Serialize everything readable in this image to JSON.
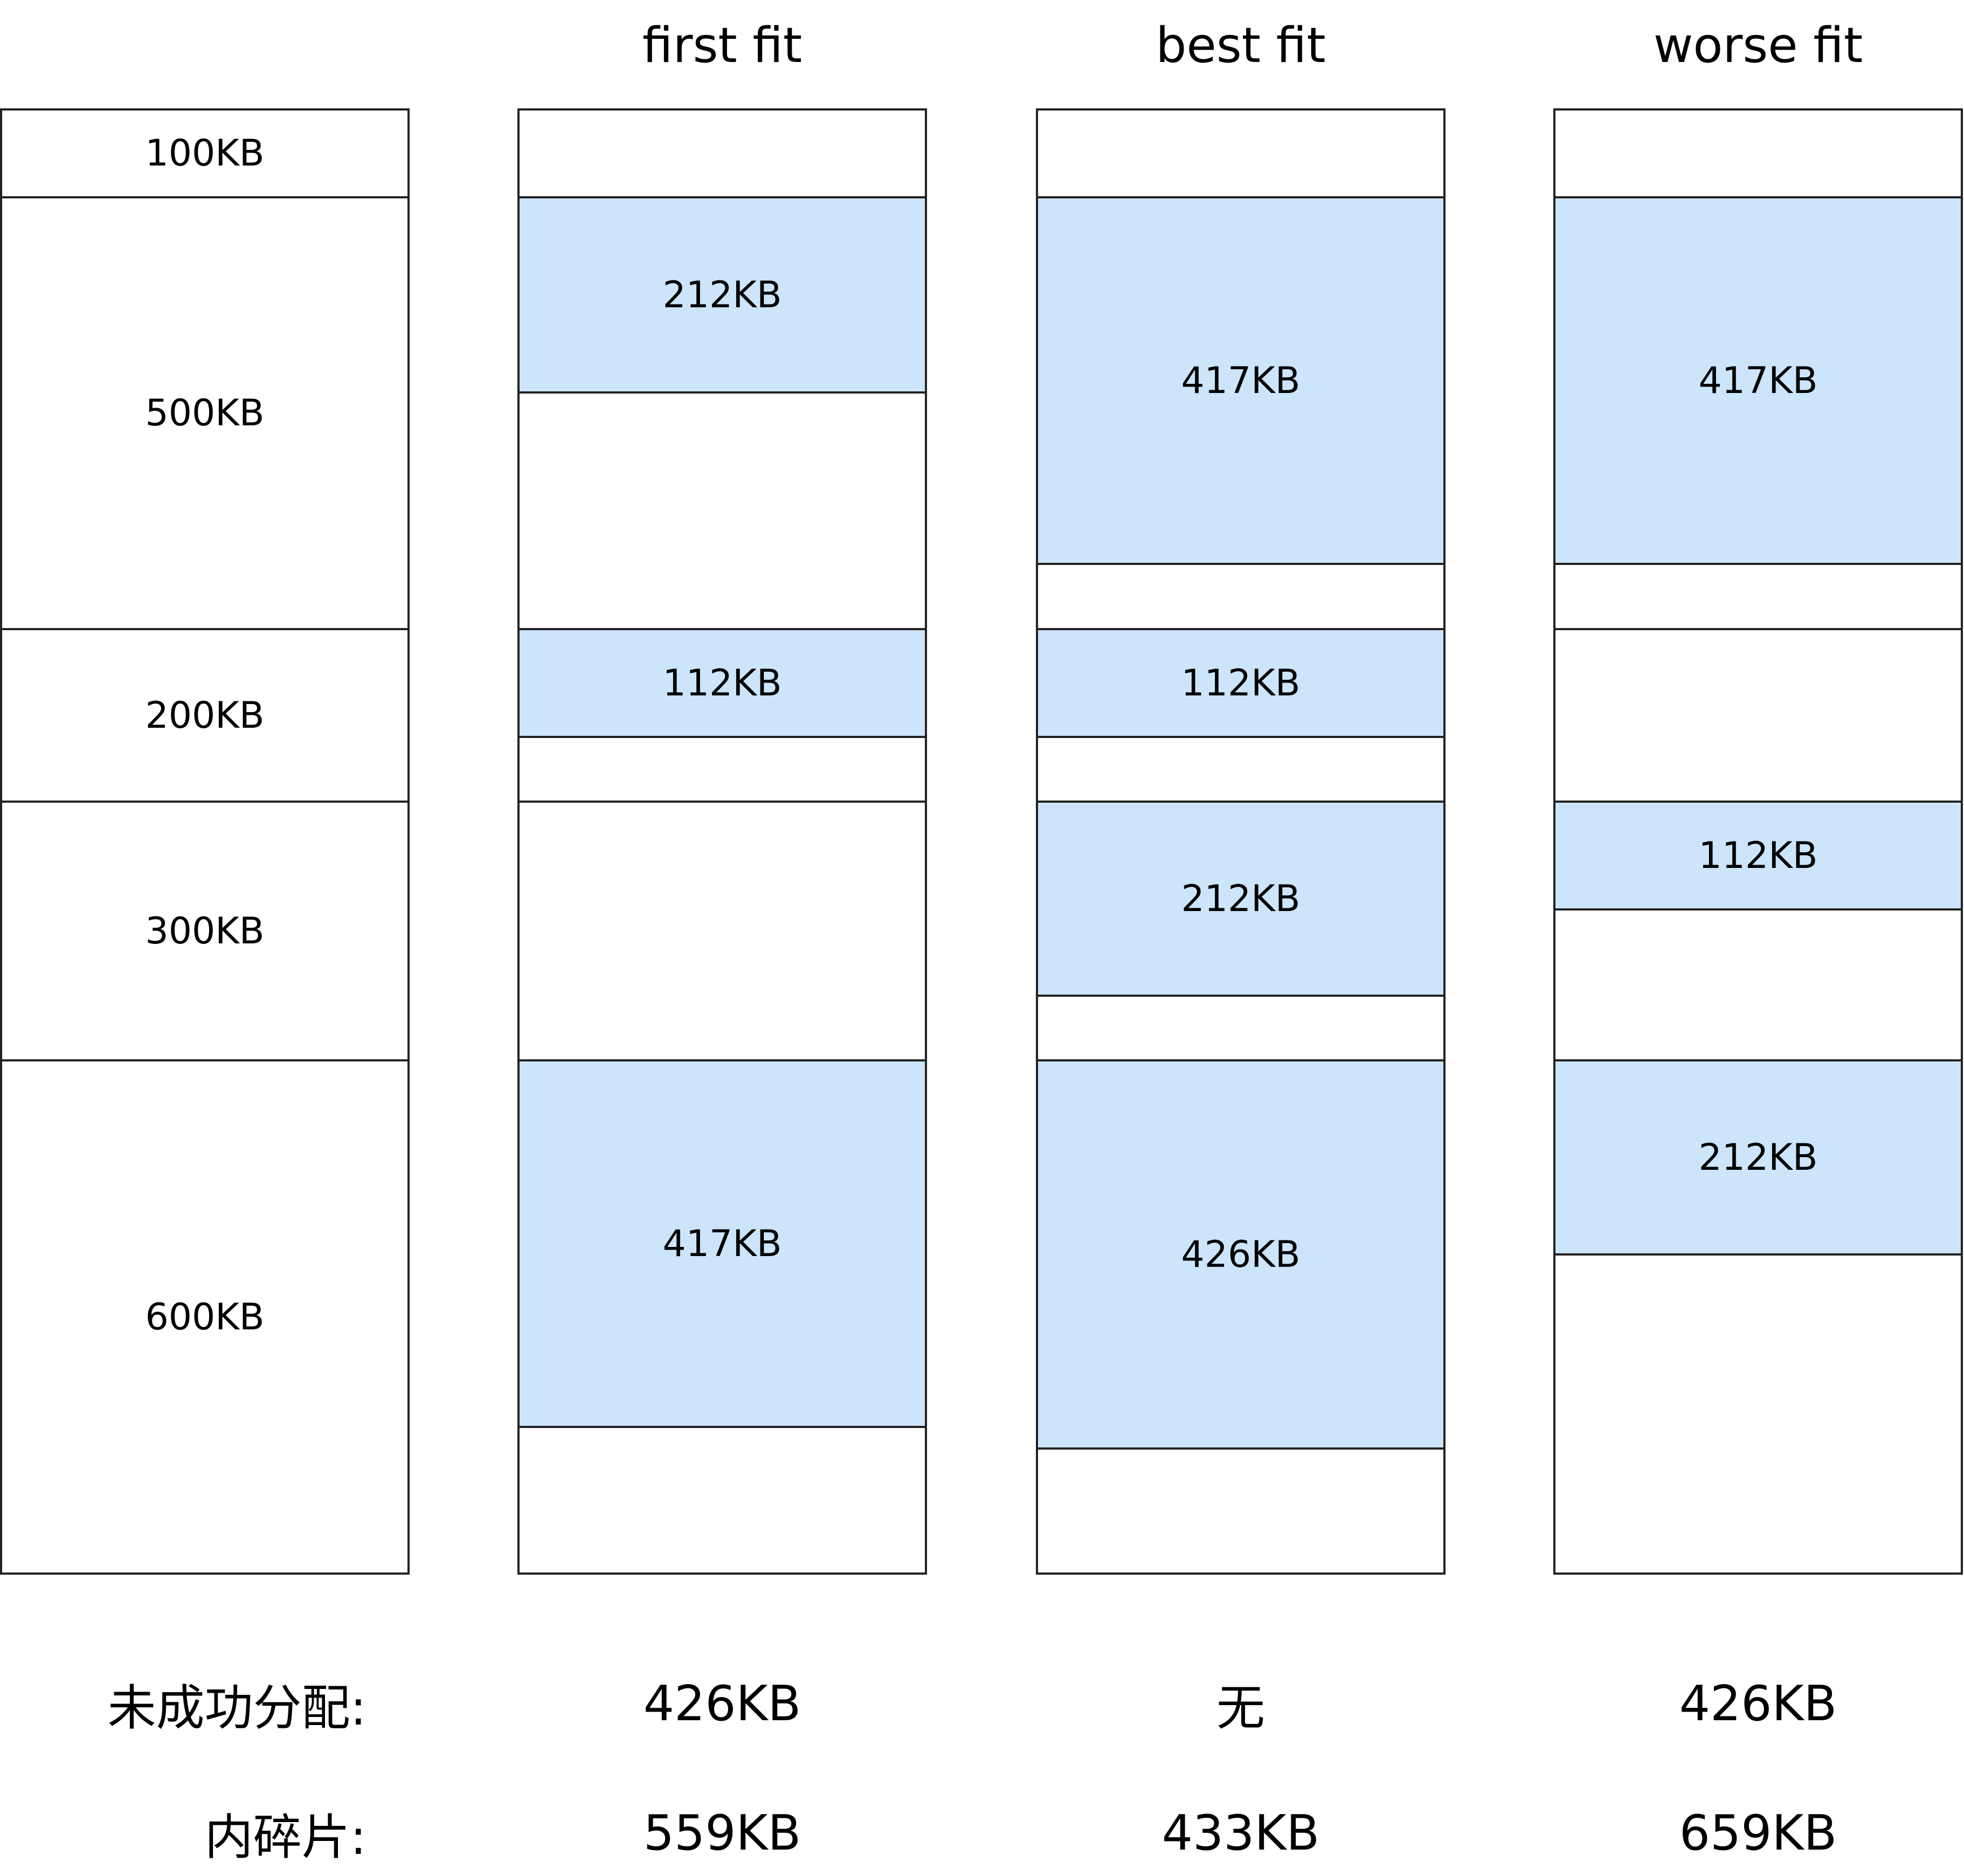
{
  "colors": {
    "allocated_fill": "#cce5fb",
    "border": "#222222",
    "background": "#ffffff"
  },
  "headers": {
    "first_fit": "first fit",
    "best_fit": "best fit",
    "worse_fit": "worse fit"
  },
  "partitions": [
    "100KB",
    "500KB",
    "200KB",
    "300KB",
    "600KB"
  ],
  "first_fit": {
    "blocks": [
      "212KB",
      "112KB",
      "417KB"
    ]
  },
  "best_fit": {
    "blocks": [
      "417KB",
      "112KB",
      "212KB",
      "426KB"
    ]
  },
  "worse_fit": {
    "blocks": [
      "417KB",
      "112KB",
      "212KB"
    ]
  },
  "footer": {
    "unallocated_label": "未成功分配:",
    "fragment_label": "内碎片:",
    "unallocated": {
      "first_fit": "426KB",
      "best_fit": "无",
      "worse_fit": "426KB"
    },
    "fragment": {
      "first_fit": "559KB",
      "best_fit": "433KB",
      "worse_fit": "659KB"
    }
  }
}
